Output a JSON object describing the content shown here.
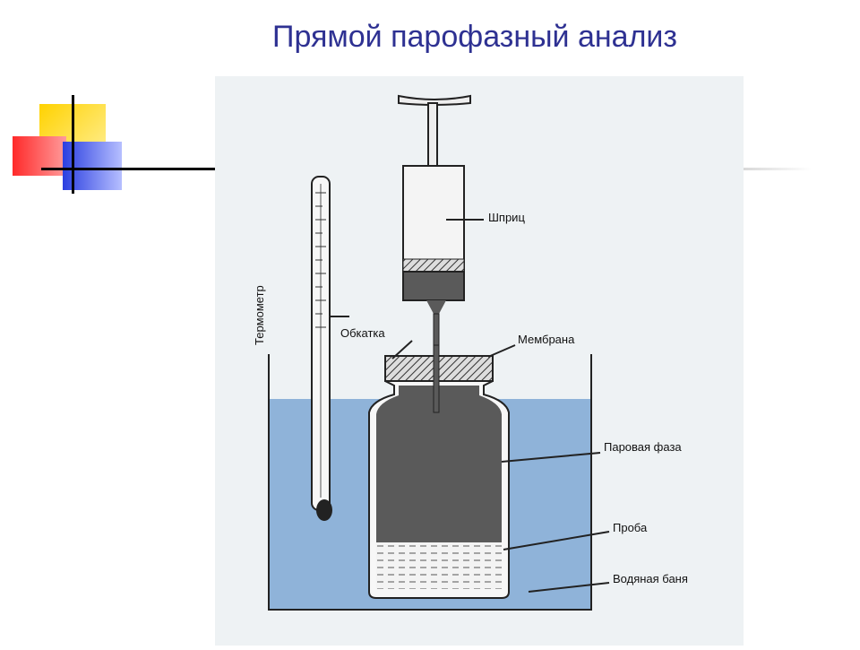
{
  "slide": {
    "title": "Прямой парофазный анализ"
  },
  "diagram": {
    "labels": {
      "syringe": "Шприц",
      "thermometer": "Термометр",
      "crimp": "Обкатка",
      "membrane": "Мембрана",
      "vapor_phase": "Паровая фаза",
      "sample": "Проба",
      "water_bath": "Водяная баня"
    }
  },
  "colors": {
    "title": "#2e3192",
    "water": "#8fb3d9",
    "vial": "#5a5a5a"
  }
}
